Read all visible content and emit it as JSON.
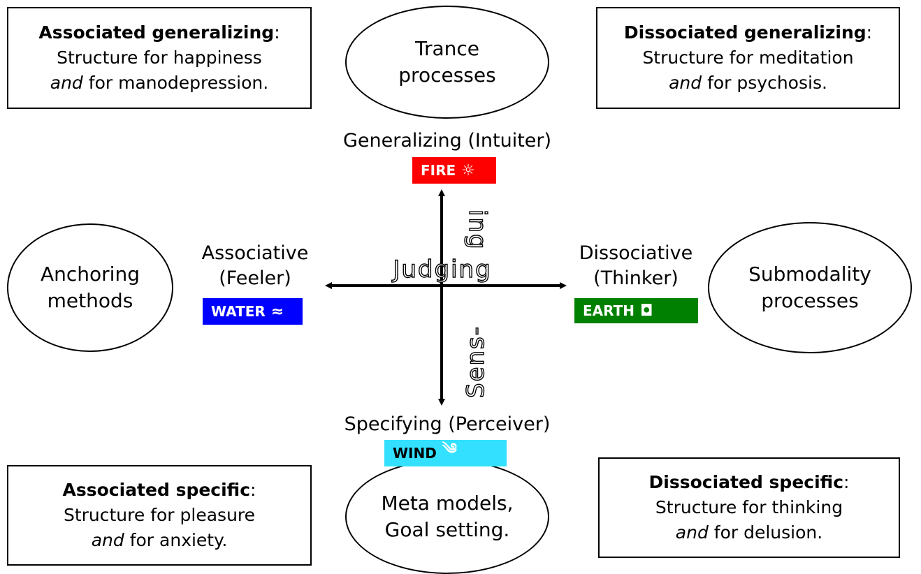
{
  "quadrants": {
    "top_left": {
      "title": "Associated generalizing",
      "line1": "Structure for happiness",
      "and": "and",
      "line2": "for manodepression."
    },
    "top_right": {
      "title": "Dissociated generalizing",
      "line1": "Structure for meditation",
      "and": "and",
      "line2": "for psychosis."
    },
    "bottom_left": {
      "title": "Associated specific",
      "line1": "Structure for pleasure",
      "and": "and",
      "line2": "for anxiety."
    },
    "bottom_right": {
      "title": "Dissociated specific",
      "line1": "Structure for thinking",
      "and": "and",
      "line2": "for delusion."
    },
    "colon": ":"
  },
  "ellipses": {
    "top": [
      "Trance",
      "processes"
    ],
    "left": [
      "Anchoring",
      "methods"
    ],
    "right": [
      "Submodality",
      "processes"
    ],
    "bottom": [
      "Meta models,",
      "Goal setting."
    ]
  },
  "poles": {
    "top": {
      "label": "Generalizing (Intuiter)",
      "element": "FIRE",
      "symbol": "☼",
      "color": "#ff0000"
    },
    "left": {
      "label1": "Associative",
      "label2": "(Feeler)",
      "element": "WATER",
      "symbol": "≈",
      "color": "#0000ff"
    },
    "right": {
      "label1": "Dissociative",
      "label2": "(Thinker)",
      "element": "EARTH",
      "symbol": "◘",
      "color": "#008000"
    },
    "bottom": {
      "label": "Specifying (Perceiver)",
      "element": "WIND",
      "symbol": "༄",
      "color": "#33e0ff"
    }
  },
  "axis_words": {
    "horizontal": "Judging",
    "top_vertical": "ing",
    "bottom_vertical": "Sens-"
  }
}
